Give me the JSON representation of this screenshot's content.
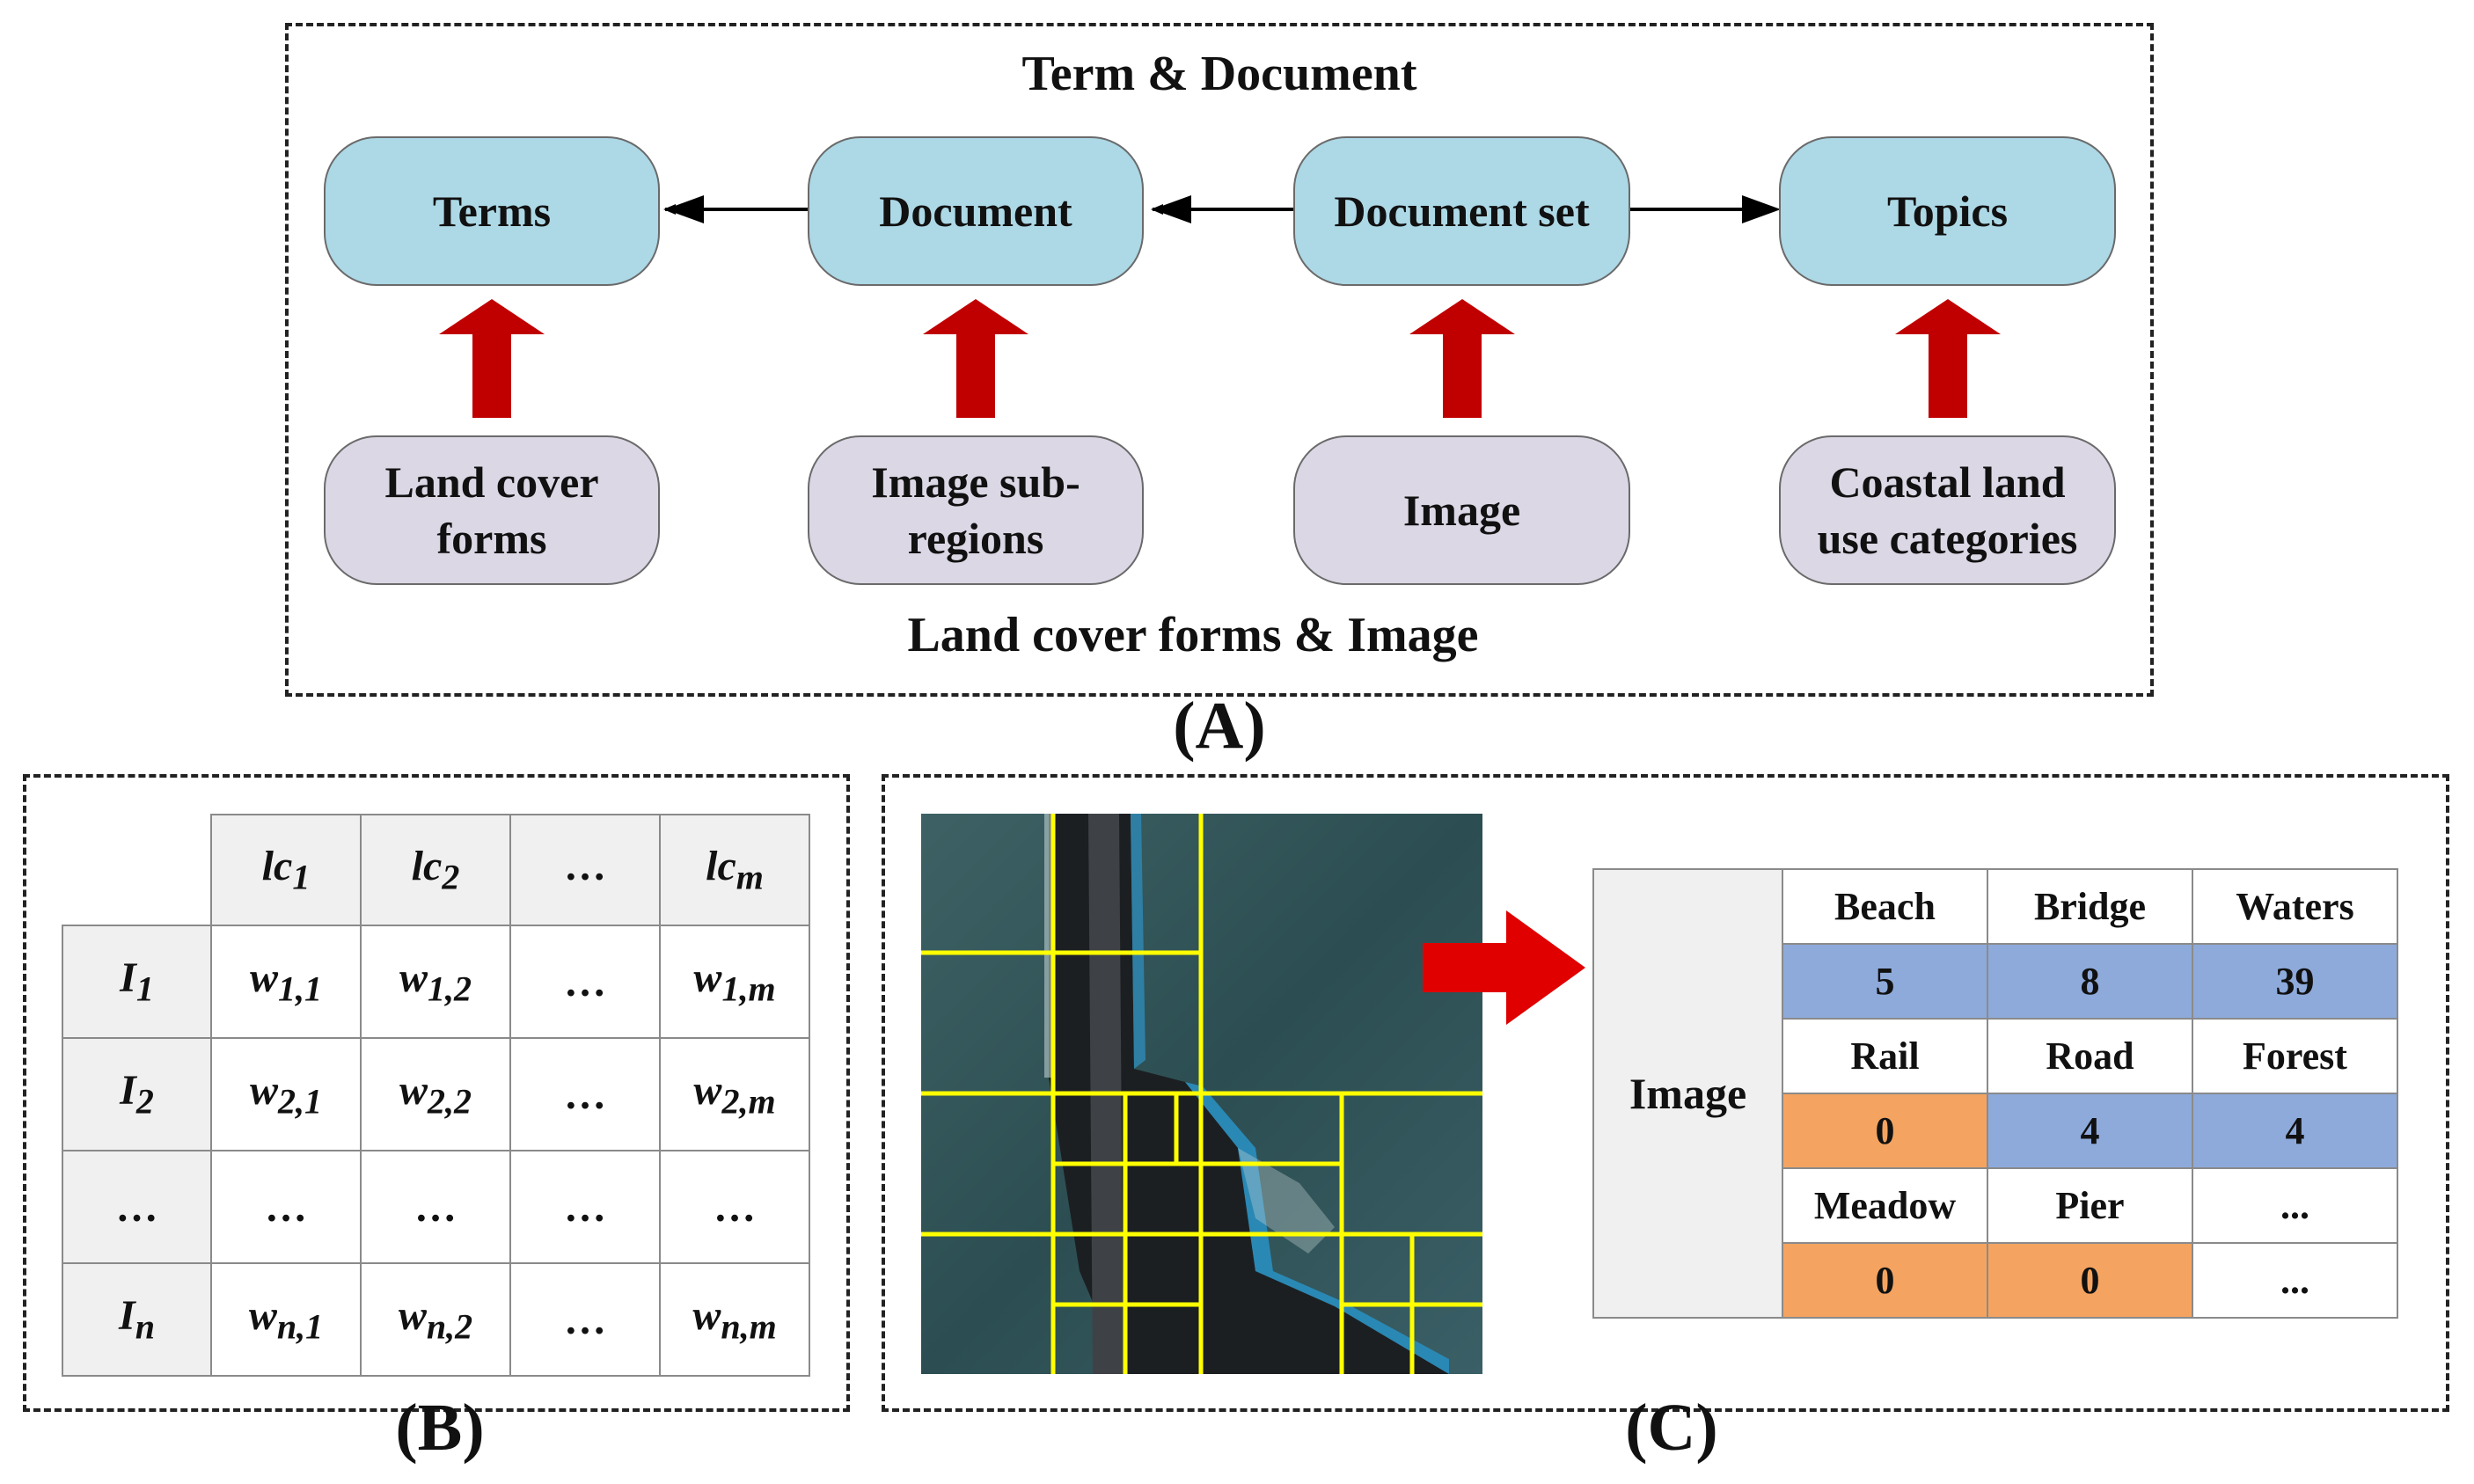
{
  "panel_a": {
    "top_title": "Term & Document",
    "bottom_title": "Land cover forms & Image",
    "label": "(A)",
    "top_nodes": [
      "Terms",
      "Document",
      "Document set",
      "Topics"
    ],
    "bottom_nodes": [
      [
        "Land cover",
        "forms"
      ],
      [
        "Image sub-",
        "regions"
      ],
      [
        "Image"
      ],
      [
        "Coastal land",
        "use categories"
      ]
    ],
    "colors": {
      "top_fill": "#add8e6",
      "bottom_fill": "#dcd7e5",
      "up_arrow": "#c00000"
    }
  },
  "panel_b": {
    "label": "(B)",
    "col_headers": [
      {
        "base": "lc",
        "sub": "1"
      },
      {
        "base": "lc",
        "sub": "2"
      },
      {
        "base": "…",
        "sub": ""
      },
      {
        "base": "lc",
        "sub": "m"
      }
    ],
    "rows": [
      {
        "head": {
          "base": "I",
          "sub": "1"
        },
        "cells": [
          {
            "base": "w",
            "sub": "1,1"
          },
          {
            "base": "w",
            "sub": "1,2"
          },
          {
            "base": "…",
            "sub": ""
          },
          {
            "base": "w",
            "sub": "1,m"
          }
        ]
      },
      {
        "head": {
          "base": "I",
          "sub": "2"
        },
        "cells": [
          {
            "base": "w",
            "sub": "2,1"
          },
          {
            "base": "w",
            "sub": "2,2"
          },
          {
            "base": "…",
            "sub": ""
          },
          {
            "base": "w",
            "sub": "2,m"
          }
        ]
      },
      {
        "head": {
          "base": "…",
          "sub": ""
        },
        "cells": [
          {
            "base": "…",
            "sub": ""
          },
          {
            "base": "…",
            "sub": ""
          },
          {
            "base": "…",
            "sub": ""
          },
          {
            "base": "…",
            "sub": ""
          }
        ]
      },
      {
        "head": {
          "base": "I",
          "sub": "n"
        },
        "cells": [
          {
            "base": "w",
            "sub": "n,1"
          },
          {
            "base": "w",
            "sub": "n,2"
          },
          {
            "base": "…",
            "sub": ""
          },
          {
            "base": "w",
            "sub": "n,m"
          }
        ]
      }
    ]
  },
  "panel_c": {
    "label": "(C)",
    "side_label": "Image",
    "rows": [
      {
        "names": [
          "Beach",
          "Bridge",
          "Waters"
        ],
        "values": [
          "5",
          "8",
          "39"
        ],
        "colors": [
          "blue",
          "blue",
          "blue"
        ]
      },
      {
        "names": [
          "Rail",
          "Road",
          "Forest"
        ],
        "values": [
          "0",
          "4",
          "4"
        ],
        "colors": [
          "orange",
          "blue",
          "blue"
        ]
      },
      {
        "names": [
          "Meadow",
          "Pier",
          "..."
        ],
        "values": [
          "0",
          "0",
          "..."
        ],
        "colors": [
          "orange",
          "orange",
          "white"
        ]
      }
    ],
    "colors": {
      "blue": "#8eaadb",
      "orange": "#f4a460",
      "grid_lines": "#ffff00",
      "big_arrow": "#e00000"
    }
  }
}
